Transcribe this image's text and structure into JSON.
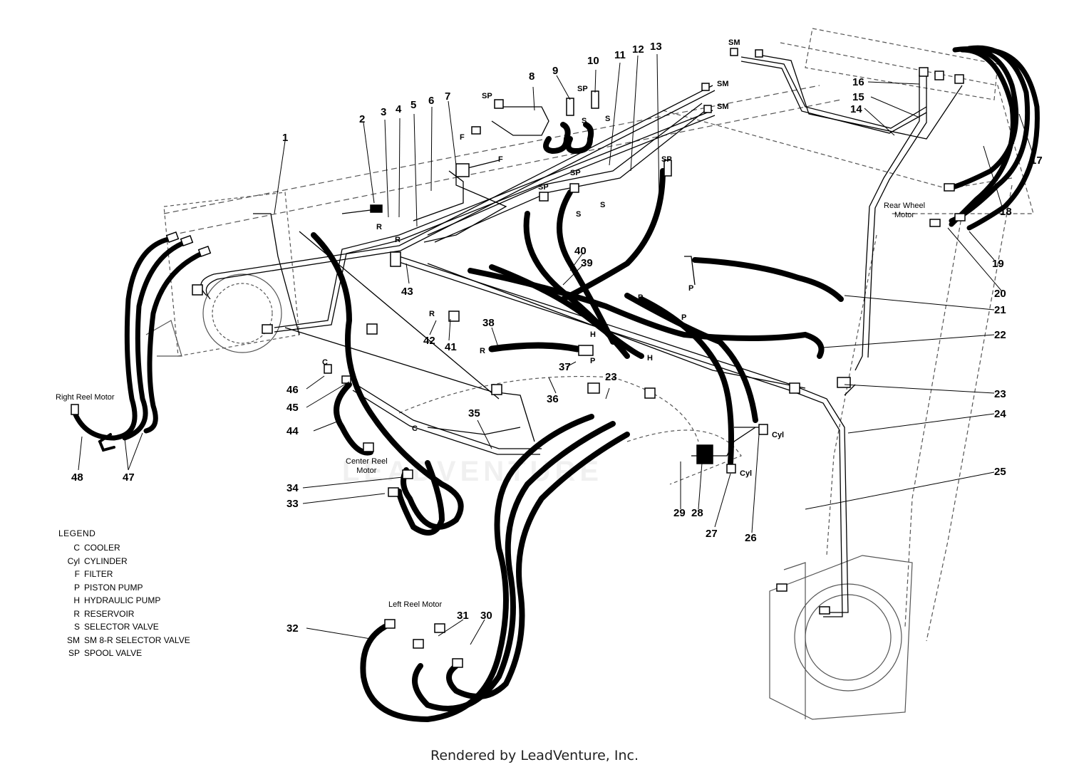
{
  "diagram": {
    "part_labels": [
      "1",
      "2",
      "3",
      "4",
      "5",
      "6",
      "7",
      "8",
      "9",
      "10",
      "11",
      "12",
      "13",
      "14",
      "15",
      "16",
      "17",
      "18",
      "19",
      "20",
      "21",
      "22",
      "23",
      "23",
      "24",
      "25",
      "26",
      "27",
      "28",
      "29",
      "30",
      "31",
      "32",
      "33",
      "34",
      "35",
      "36",
      "37",
      "38",
      "39",
      "40",
      "41",
      "42",
      "43",
      "44",
      "45",
      "46",
      "47",
      "48"
    ],
    "letter_labels": [
      "SP",
      "SP",
      "F",
      "F",
      "S",
      "S",
      "R",
      "R",
      "SP",
      "SP",
      "S",
      "S",
      "SP",
      "SM",
      "SM",
      "SM",
      "R",
      "H",
      "R",
      "P",
      "H",
      "P",
      "P",
      "P",
      "C",
      "C",
      "Cyl",
      "Cyl"
    ],
    "component_labels": {
      "right_reel_motor": "Right Reel Motor",
      "center_reel_motor": "Center Reel\nMotor",
      "left_reel_motor": "Left Reel Motor",
      "rear_wheel_motor": "Rear Wheel\nMotor"
    },
    "watermark": "LEADVENTURE"
  },
  "legend": {
    "title": "LEGEND",
    "items": [
      {
        "code": "C",
        "text": "COOLER"
      },
      {
        "code": "Cyl",
        "text": "CYLINDER"
      },
      {
        "code": "F",
        "text": "FILTER"
      },
      {
        "code": "P",
        "text": "PISTON PUMP"
      },
      {
        "code": "H",
        "text": "HYDRAULIC PUMP"
      },
      {
        "code": "R",
        "text": "RESERVOIR"
      },
      {
        "code": "S",
        "text": "SELECTOR VALVE"
      },
      {
        "code": "SM",
        "text": "SM 8-R SELECTOR VALVE"
      },
      {
        "code": "SP",
        "text": "SPOOL VALVE"
      }
    ]
  },
  "footer": {
    "text": "Rendered by LeadVenture, Inc."
  },
  "colors": {
    "line": "#000000",
    "frame": "#555555",
    "background": "#ffffff"
  }
}
